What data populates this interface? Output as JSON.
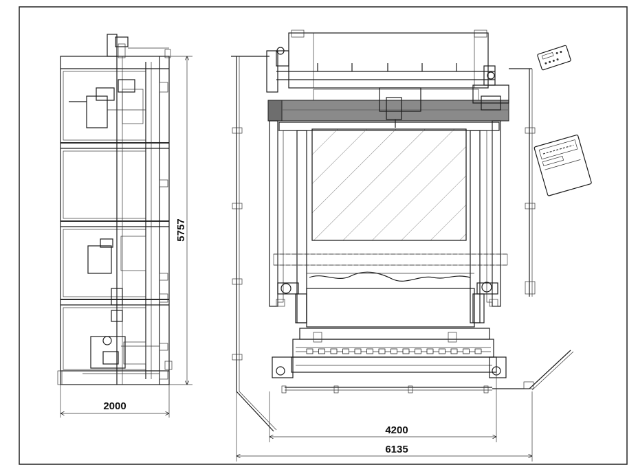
{
  "dimensions": {
    "side_width": "2000",
    "side_height": "5757",
    "inner_width": "4200",
    "overall_width": "6135"
  },
  "colors": {
    "line": "#1a1a1a",
    "beam": "#8a8a8a",
    "beam_dark": "#6e6e6e",
    "paper": "#ffffff"
  }
}
